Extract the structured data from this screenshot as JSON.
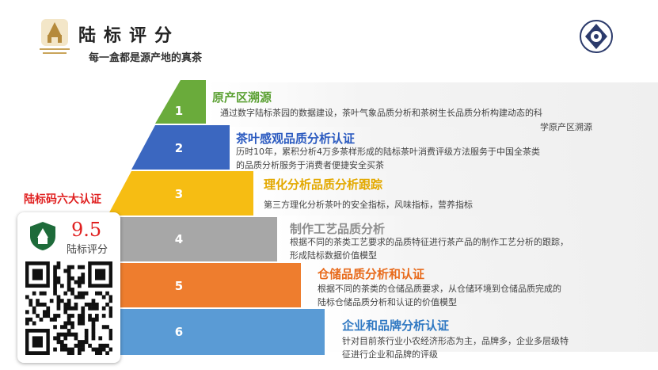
{
  "header": {
    "title": "陆标评分",
    "subtitle": "每一盒都是源产地的真茶"
  },
  "pyramid": {
    "levels": [
      {
        "num": "1",
        "title": "原产区溯源",
        "desc": [
          "通过数字陆标茶园的数据建设，茶叶气象品质分析和茶树生长品质分析构建动态的科",
          "学原产区溯源"
        ],
        "color": "#6aab3b",
        "title_color": "#5aa032"
      },
      {
        "num": "2",
        "title": "茶叶感观品质分析认证",
        "desc": [
          "历时10年，累积分析4万多茶样形成的陆标茶叶消费评级方法服务于中国全茶类",
          "的品质分析服务于消费者便捷安全买茶"
        ],
        "color": "#3b67c0",
        "title_color": "#2c5bc0"
      },
      {
        "num": "3",
        "title": "理化分析品质分析跟踪",
        "desc": [
          "第三方理化分析茶叶的安全指标，风味指标，营养指标"
        ],
        "color": "#f6bd13",
        "title_color": "#e3a900"
      },
      {
        "num": "4",
        "title": "制作工艺品质分析",
        "desc": [
          "根据不同的茶类工艺要求的品质特征进行茶产品的制作工艺分析的跟踪，",
          "形成陆标数据价值模型"
        ],
        "color": "#a7a7a7",
        "title_color": "#8e8e8e"
      },
      {
        "num": "5",
        "title": "仓储品质分析和认证",
        "desc": [
          "根据不同的茶类的仓储品质要求，从仓储环境到仓储品质完成的",
          "陆标仓储品质分析和认证的价值模型"
        ],
        "color": "#ee7d2e",
        "title_color": "#e86b1c"
      },
      {
        "num": "6",
        "title": "企业和品牌分析认证",
        "desc": [
          "针对目前茶行业小农经济形态为主，品牌多，企业多层级特",
          "征进行企业和品牌的评级"
        ],
        "color": "#5a9bd5",
        "title_color": "#2f78c2"
      }
    ]
  },
  "certification": {
    "title": "陆标码六大认证",
    "score": "9.5",
    "score_label": "陆标评分"
  }
}
